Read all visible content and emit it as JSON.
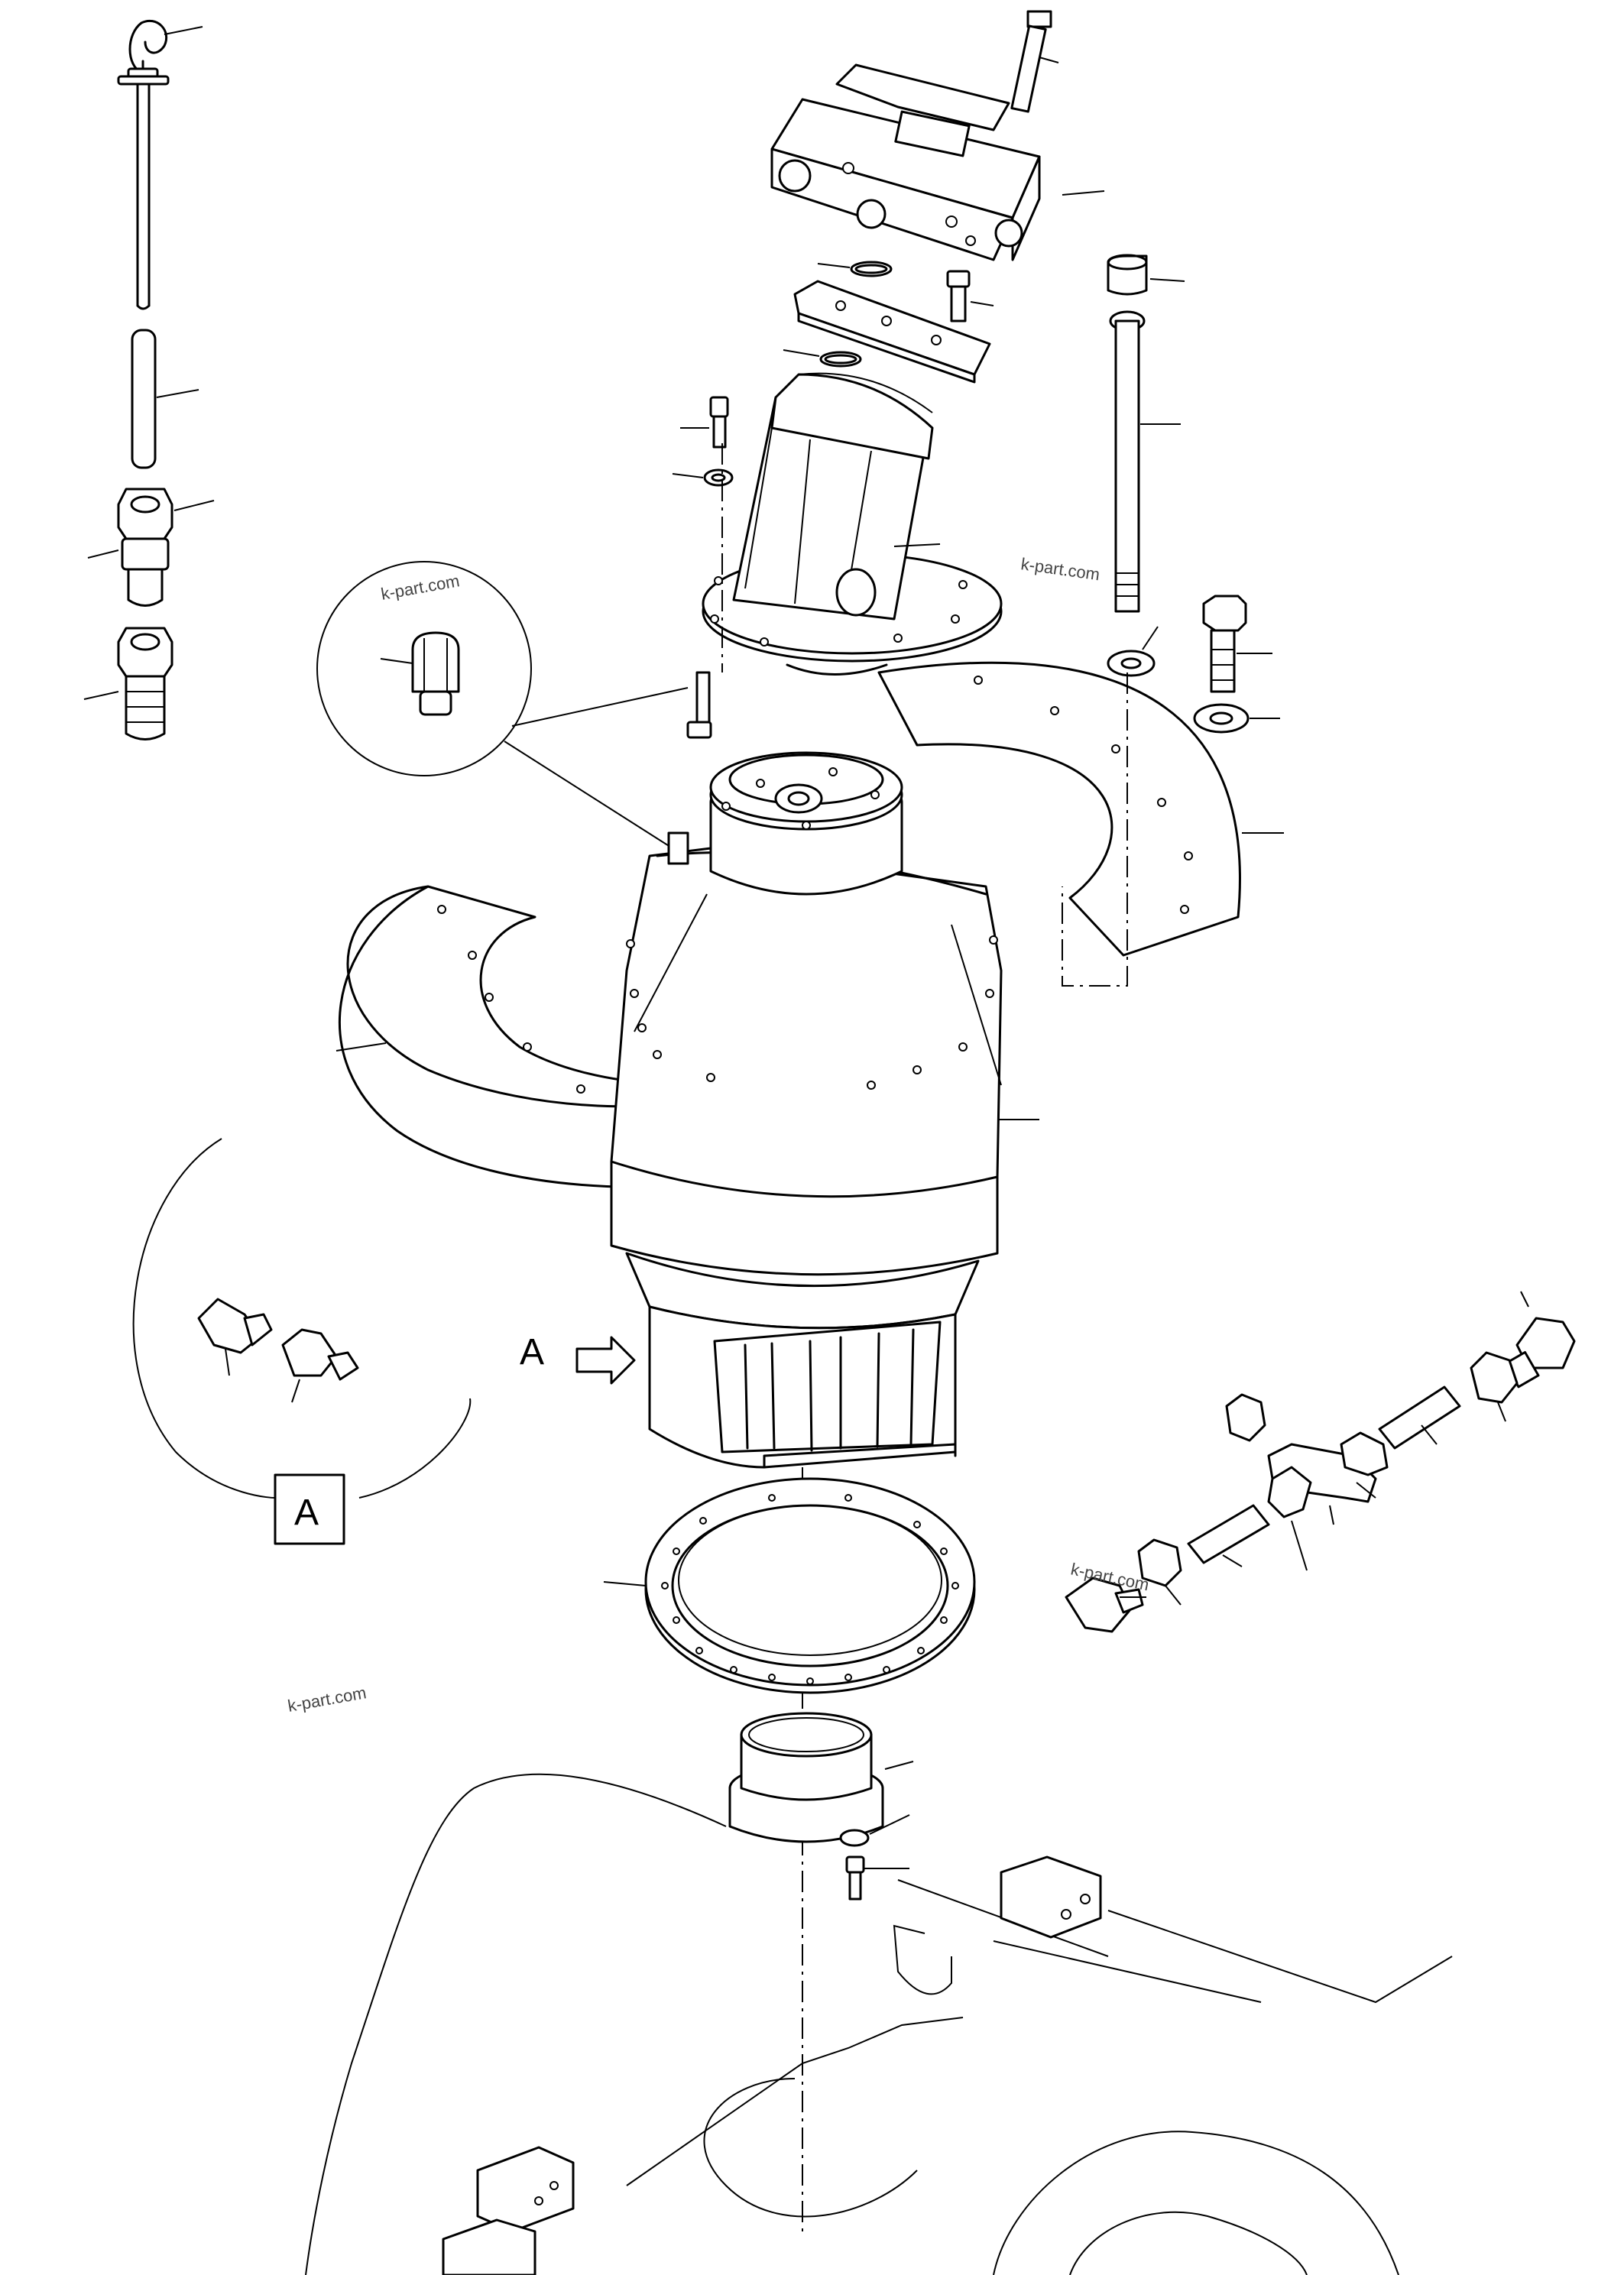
{
  "watermarks": {
    "wm1": "k-part.com",
    "wm2": "k-part.com",
    "wm3": "k-part.com",
    "wm4": "k-part.com"
  },
  "view_labels": {
    "arrow_label": "A",
    "detail_box_label": "A"
  }
}
